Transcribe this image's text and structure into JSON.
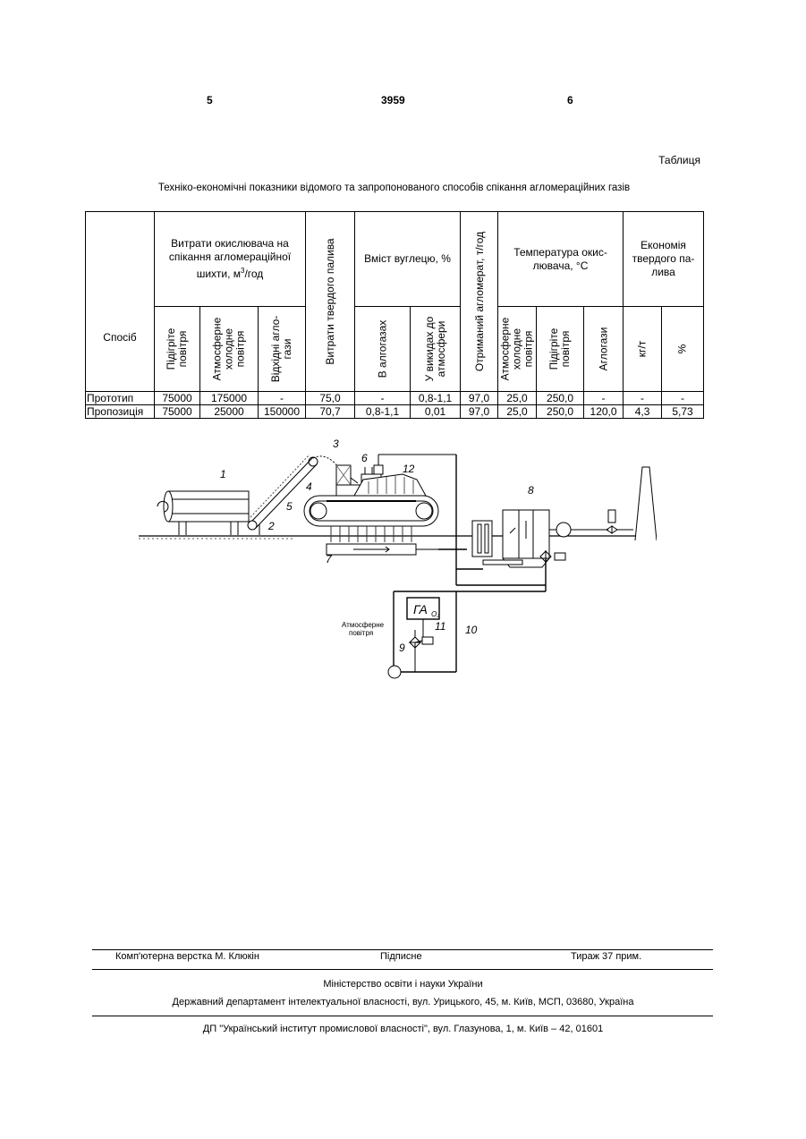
{
  "header": {
    "left_page": "5",
    "patent_number": "3959",
    "right_page": "6"
  },
  "table": {
    "caption": "Таблиця",
    "title": "Техніко-економічні показники відомого та запропонованого способів спікання агломераційних газів",
    "col_method": "Спосіб",
    "group_consumption": "Витрати окислювача на спікання агломераційної шихти, м",
    "group_consumption_sup": "3",
    "group_consumption_unit": "/год",
    "sub_heated_air": "Підігріте повітря",
    "sub_cold_air": "Атмосферне холодне повітря",
    "sub_waste_gases": "Відхідні агло-гази",
    "col_solid_fuel": "Витрати твердого палива",
    "group_carbon": "Вміст вуглецю, %",
    "sub_in_aglogas": "В алгогазах",
    "sub_in_emissions": "У викидах до атмосфери",
    "col_sinter": "Отриманий агломерат, т/год",
    "group_temperature": "Температура окис-лювача, °С",
    "sub_t_cold_air": "Атмосферне холодне повітря",
    "sub_t_heated_air": "Підігріте повітря",
    "sub_t_aglogas": "Аглогази",
    "group_economy": "Економія твердого па-лива",
    "sub_kg_t": "кг/т",
    "sub_percent": "%",
    "rows": [
      {
        "method": "Прототип",
        "heated": "75000",
        "cold": "175000",
        "waste": "-",
        "fuel": "75,0",
        "c_gas": "-",
        "c_emis": "0,8-1,1",
        "sinter": "97,0",
        "t_cold": "25,0",
        "t_heated": "250,0",
        "t_gas": "-",
        "e_kg": "-",
        "e_pct": "-"
      },
      {
        "method": "Пропозиція",
        "heated": "75000",
        "cold": "25000",
        "waste": "150000",
        "fuel": "70,7",
        "c_gas": "0,8-1,1",
        "c_emis": "0,01",
        "sinter": "97,0",
        "t_cold": "25,0",
        "t_heated": "250,0",
        "t_gas": "120,0",
        "e_kg": "4,3",
        "e_pct": "5,73"
      }
    ]
  },
  "diagram": {
    "labels": [
      "1",
      "2",
      "3",
      "4",
      "5",
      "6",
      "7",
      "8",
      "9",
      "10",
      "11",
      "12"
    ],
    "analyzer_label": "ГА",
    "analyzer_sub": "O₂",
    "air_label_line1": "Атмосферне",
    "air_label_line2": "повітря"
  },
  "footer": {
    "layout": "Комп'ютерна верстка М. Клюкін",
    "signed": "Підписне",
    "circulation": "Тираж 37 прим.",
    "ministry": "Міністерство освіти і науки України",
    "department": "Державний департамент інтелектуальної власності, вул. Урицького, 45, м. Київ, МСП, 03680, Україна",
    "publisher": "ДП \"Український інститут промислової власності\", вул. Глазунова, 1, м. Київ – 42, 01601"
  }
}
